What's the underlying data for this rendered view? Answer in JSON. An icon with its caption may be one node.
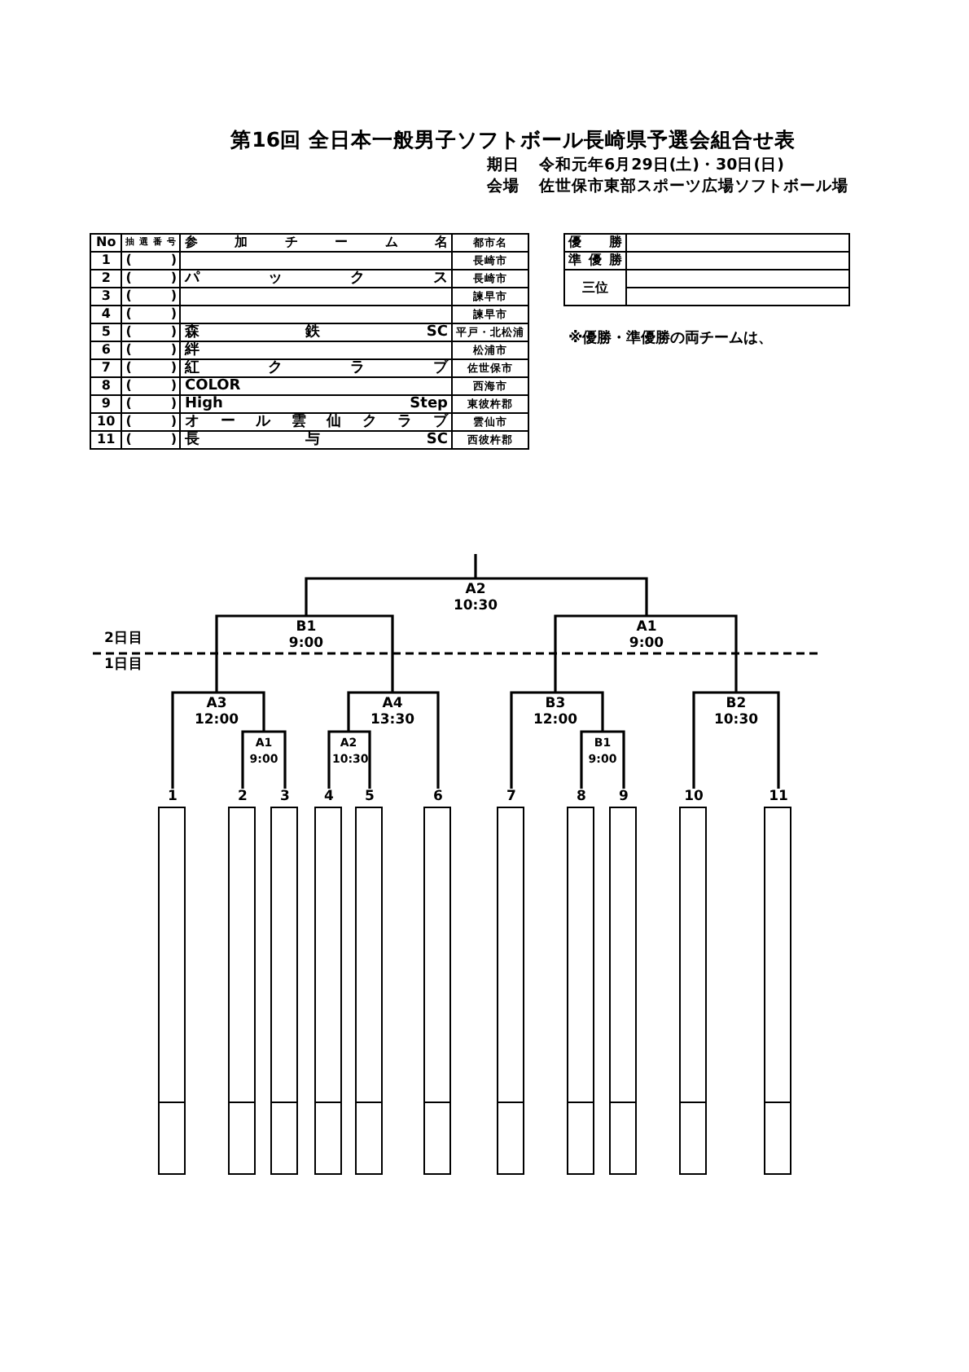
{
  "diagram": {
    "title": "第16回 全日本一般男子ソフトボール長崎県予選会組合せ表",
    "nodes": [
      {
        "text": [
          "A2",
          "10:30"
        ]
      },
      {
        "text": [
          "B1",
          "9:00"
        ]
      },
      {
        "text": [
          "A1",
          "9:00"
        ]
      },
      {
        "text": [
          "A3",
          "12:00"
        ]
      },
      {
        "text": [
          "A4",
          "13:30"
        ]
      },
      {
        "text": [
          "B3",
          "12:00"
        ]
      },
      {
        "text": [
          "B2",
          "10:30"
        ]
      },
      {
        "text": [
          "A1",
          "9:00"
        ]
      },
      {
        "text": [
          "A2",
          "10:30"
        ]
      },
      {
        "text": [
          "B1",
          "9:00"
        ]
      },
      {
        "text": [
          "1"
        ]
      },
      {
        "text": [
          "2"
        ]
      },
      {
        "text": [
          "3"
        ]
      },
      {
        "text": [
          "4"
        ]
      },
      {
        "text": [
          "5"
        ]
      },
      {
        "text": [
          "6"
        ]
      },
      {
        "text": [
          "7"
        ]
      },
      {
        "text": [
          "8"
        ]
      },
      {
        "text": [
          "9"
        ]
      },
      {
        "text": [
          "10"
        ]
      },
      {
        "text": [
          "11"
        ]
      }
    ],
    "edges": [
      {
        "from": 0,
        "to": null,
        "arrow": "none"
      },
      {
        "from": 1,
        "to": 0,
        "arrow": "none"
      },
      {
        "from": 2,
        "to": 0,
        "arrow": "none"
      },
      {
        "from": 3,
        "to": 1,
        "arrow": "none"
      },
      {
        "from": 4,
        "to": 1,
        "arrow": "none"
      },
      {
        "from": 5,
        "to": 2,
        "arrow": "none"
      },
      {
        "from": 6,
        "to": 2,
        "arrow": "none"
      },
      {
        "from": 10,
        "to": 3,
        "arrow": "none"
      },
      {
        "from": 7,
        "to": 3,
        "arrow": "none"
      },
      {
        "from": 11,
        "to": 7,
        "arrow": "none"
      },
      {
        "from": 12,
        "to": 7,
        "arrow": "none"
      },
      {
        "from": 8,
        "to": 4,
        "arrow": "none"
      },
      {
        "from": 15,
        "to": 4,
        "arrow": "none"
      },
      {
        "from": 13,
        "to": 8,
        "arrow": "none"
      },
      {
        "from": 14,
        "to": 8,
        "arrow": "none"
      },
      {
        "from": 16,
        "to": 5,
        "arrow": "none"
      },
      {
        "from": 9,
        "to": 5,
        "arrow": "none"
      },
      {
        "from": 17,
        "to": 9,
        "arrow": "none"
      },
      {
        "from": 18,
        "to": 9,
        "arrow": "none"
      },
      {
        "from": 19,
        "to": 6,
        "arrow": "none"
      },
      {
        "from": 20,
        "to": 6,
        "arrow": "none"
      }
    ],
    "labels": [
      "期日",
      "令和元年6月29日(土)・30日(日)",
      "会場",
      "佐世保市東部スポーツ広場ソフトボール場",
      "No",
      "抽選番号",
      "参加チーム名",
      "都市名",
      "1",
      "(　)",
      "長崎市",
      "2",
      "(　)",
      "パックス",
      "長崎市",
      "3",
      "(　)",
      "諫早市",
      "4",
      "(　)",
      "諫早市",
      "5",
      "(　)",
      "森鉄SC",
      "平戸・北松浦",
      "6",
      "(　)",
      "絆",
      "松浦市",
      "7",
      "(　)",
      "紅クラブ",
      "佐世保市",
      "8",
      "(　)",
      "COLOR",
      "西海市",
      "9",
      "(　)",
      "High Step",
      "東彼杵郡",
      "10",
      "(　)",
      "オール雲仙クラブ",
      "雲仙市",
      "11",
      "(　)",
      "長与SC",
      "西彼杵郡",
      "優勝",
      "準優勝",
      "三位",
      "※優勝・準優勝の両チームは、",
      "2日目",
      "1日目"
    ]
  }
}
